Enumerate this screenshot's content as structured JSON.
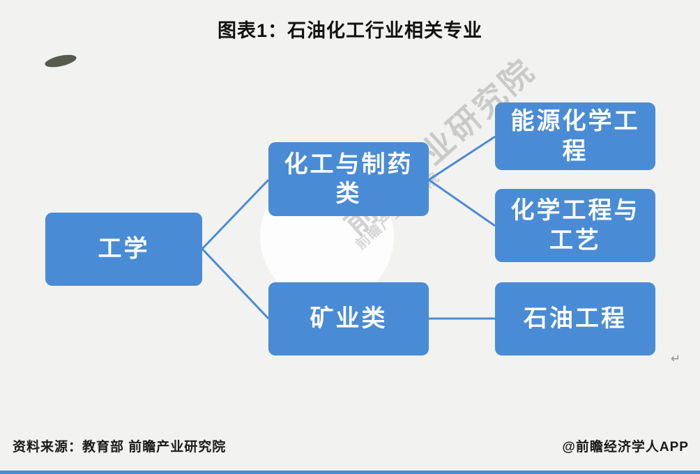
{
  "title": "图表1：石油化工行业相关专业",
  "diagram": {
    "nodes": [
      {
        "id": "engineering",
        "label": "工学",
        "level": 1
      },
      {
        "id": "chem-pharma",
        "label": "化工与制药类",
        "level": 2
      },
      {
        "id": "mining",
        "label": "矿业类",
        "level": 2
      },
      {
        "id": "energy-chem-eng",
        "label": "能源化学工程",
        "level": 3
      },
      {
        "id": "chem-eng-tech",
        "label": "化学工程与工艺",
        "level": 3
      },
      {
        "id": "petroleum-eng",
        "label": "石油工程",
        "level": 3
      }
    ],
    "edges": [
      {
        "from": "工学",
        "to": "化工与制药类"
      },
      {
        "from": "工学",
        "to": "矿业类"
      },
      {
        "from": "化工与制药类",
        "to": "能源化学工程"
      },
      {
        "from": "化工与制药类",
        "to": "化学工程与工艺"
      },
      {
        "from": "矿业类",
        "to": "石油工程"
      }
    ]
  },
  "watermark": {
    "brand_text": "前瞻产业研究院"
  },
  "footer": {
    "source": "资料来源：教育部 前瞻产业研究院",
    "credit": "@前瞻经济学人APP"
  },
  "misc": {
    "return_mark": "↵"
  },
  "colors": {
    "node_fill": "#4a8bd5",
    "connector": "#4a8bd5",
    "node_text": "#ffffff",
    "background": "#f2f2f1",
    "bottom_bar": "#4a8bd5"
  }
}
